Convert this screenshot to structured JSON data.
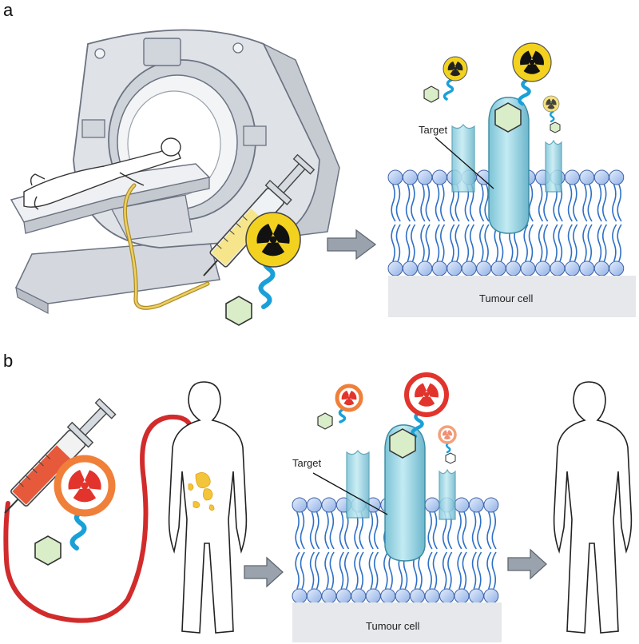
{
  "panels": [
    {
      "letter": "a",
      "target_label": "Target",
      "cell_label": "Tumour cell"
    },
    {
      "letter": "b",
      "target_label": "Target",
      "cell_label": "Tumour cell"
    }
  ],
  "colors": {
    "scanner": "#d7dbe2",
    "scanner_edge": "#6b7280",
    "membrane_head": "#c7d6f2",
    "membrane_tail": "#2d6fc6",
    "receptor": "#9fd6e2",
    "hexagon": "#d9eec8",
    "linker": "#1aa0d8",
    "diagnostic_isotope": "#f3d21f",
    "therapeutic_isotope": "#e2342c",
    "therapeutic_ring": "#f07f3a",
    "syringe_diagnostic_liquid": "#f6e58a",
    "syringe_therapeutic_liquid": "#e6593a",
    "tube_diagnostic": "#d2b23a",
    "tube_therapeutic": "#d22b2b",
    "tumour_deposit": "#f2c53a",
    "arrow": "#9aa3ad"
  },
  "icons": [
    "radiation-icon",
    "hexagon-ligand-icon",
    "syringe-icon",
    "mri-scanner-icon",
    "human-silhouette-icon",
    "cell-membrane-icon",
    "arrow-right-icon"
  ]
}
